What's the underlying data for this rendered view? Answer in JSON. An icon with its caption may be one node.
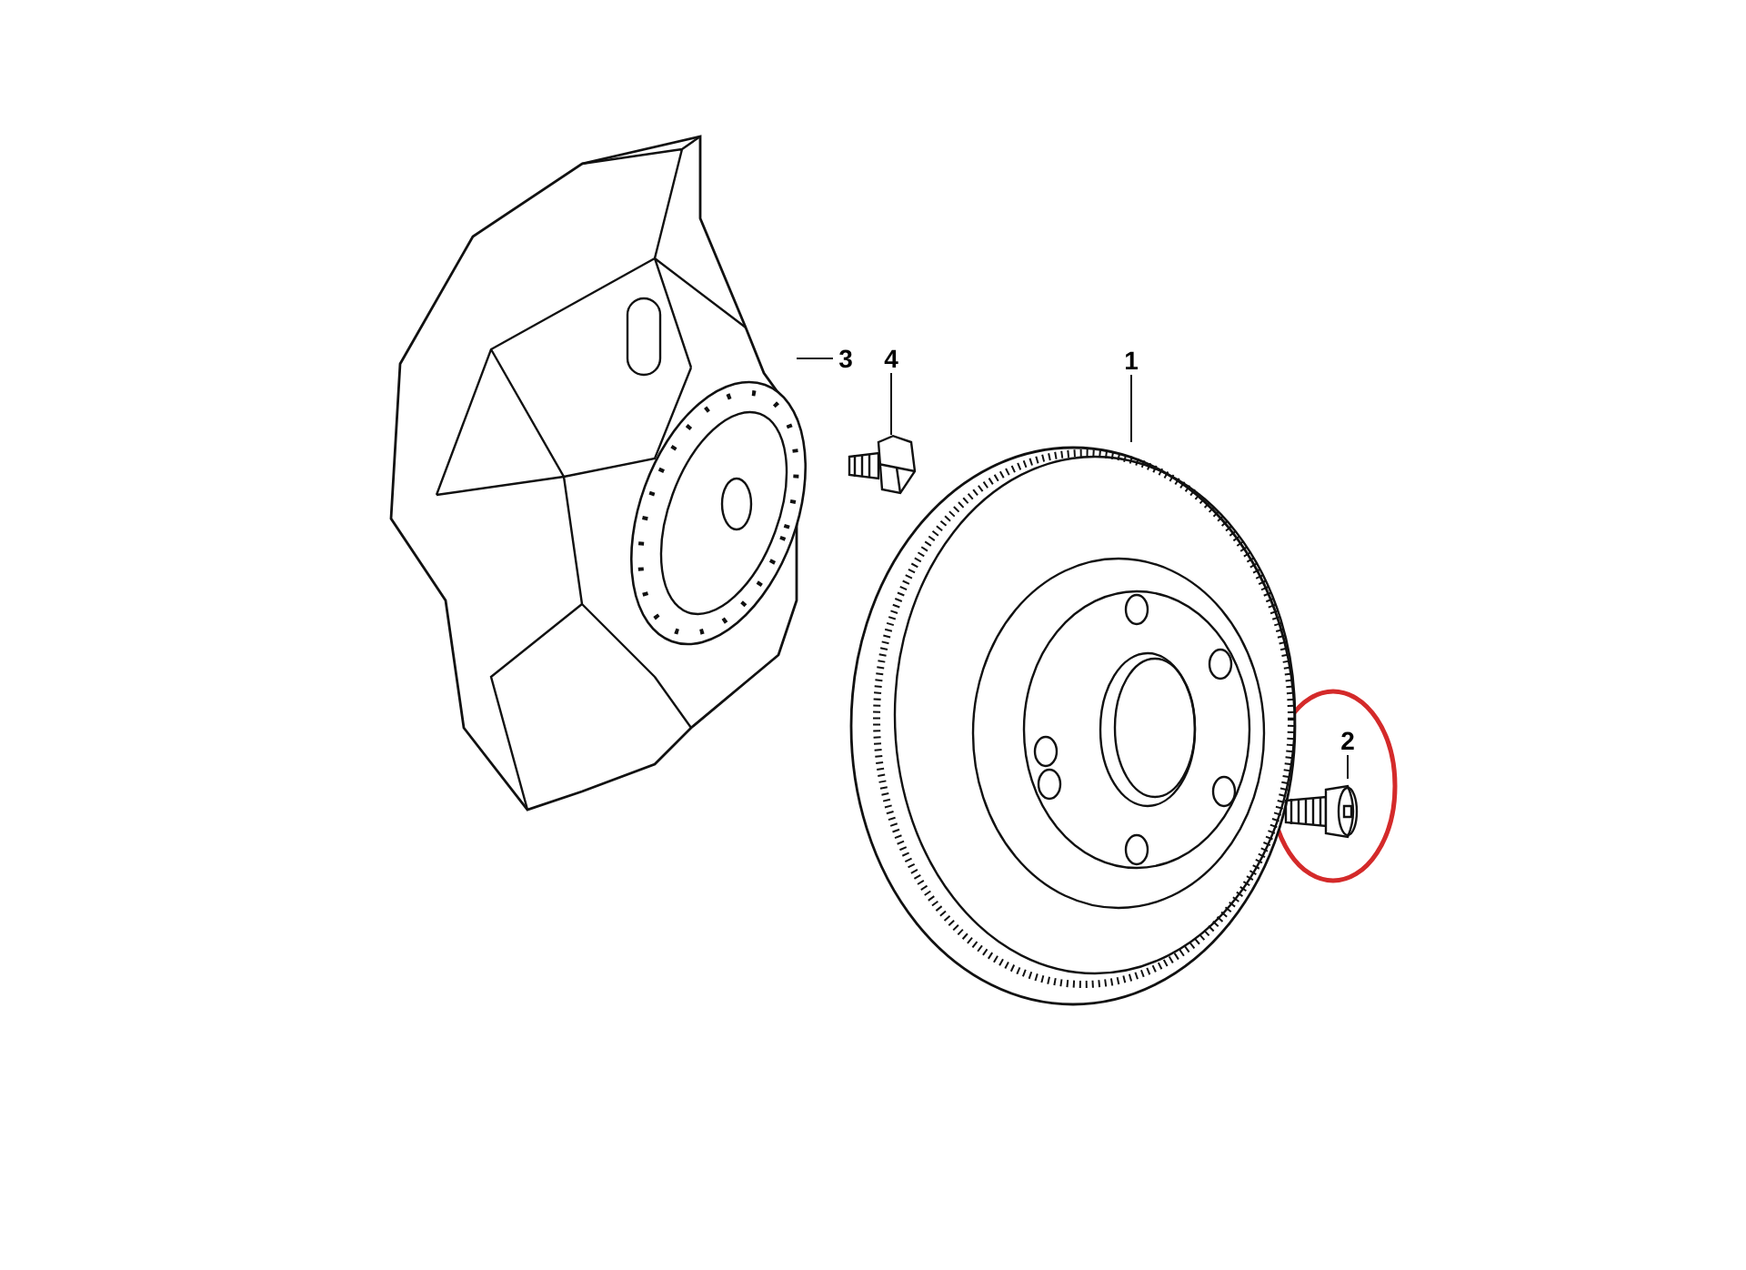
{
  "diagram": {
    "nodes": [
      {
        "text": [
          "1"
        ]
      },
      {
        "text": [
          "2"
        ]
      },
      {
        "text": [
          "3"
        ]
      },
      {
        "text": [
          "4"
        ]
      },
      {
        "text": [],
        "shape": "picture"
      },
      {
        "text": [],
        "shape": "picture"
      },
      {
        "text": [],
        "shape": "picture"
      },
      {
        "text": [],
        "shape": "picture"
      }
    ],
    "edges": [
      {
        "from": 0,
        "to": 4,
        "arrow": "none"
      },
      {
        "from": 1,
        "to": 5,
        "arrow": "none"
      },
      {
        "from": 2,
        "to": 6,
        "arrow": "none"
      },
      {
        "from": 3,
        "to": 7,
        "arrow": "none"
      }
    ]
  }
}
